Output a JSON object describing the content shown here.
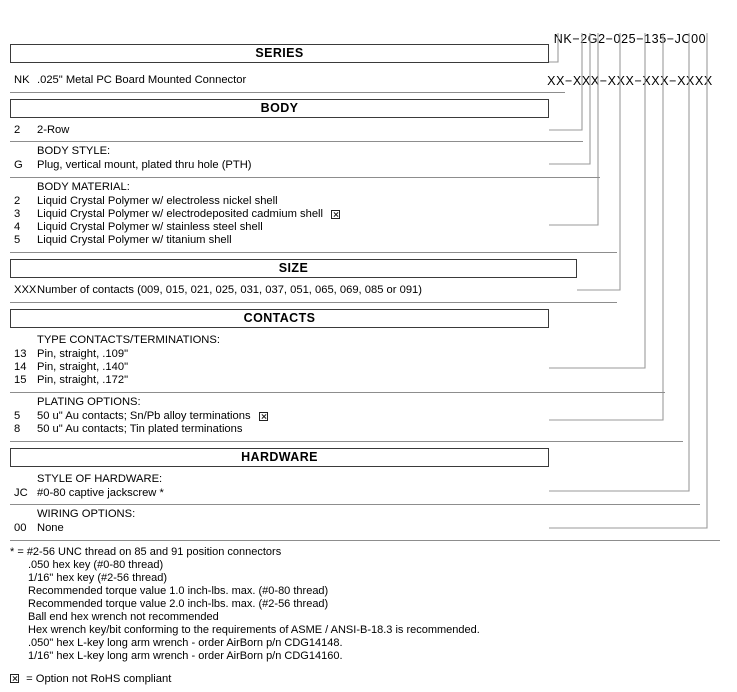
{
  "part_number": {
    "example": "NK−2G2−025−135−JC00",
    "mask": "XX−XXX−XXX−XXX−XXXX"
  },
  "sections": [
    {
      "header": "SERIES",
      "groups": [
        {
          "label": "",
          "options": [
            {
              "code": "NK",
              "desc": ".025\" Metal PC Board Mounted Connector",
              "not_rohs": false
            }
          ]
        }
      ]
    },
    {
      "header": "BODY",
      "groups": [
        {
          "label": "",
          "options": [
            {
              "code": "2",
              "desc": "2-Row",
              "not_rohs": false
            }
          ]
        },
        {
          "label": "BODY STYLE:",
          "options": [
            {
              "code": "G",
              "desc": "Plug, vertical mount, plated thru hole (PTH)",
              "not_rohs": false
            }
          ]
        },
        {
          "label": "BODY MATERIAL:",
          "options": [
            {
              "code": "2",
              "desc": "Liquid Crystal Polymer w/ electroless nickel shell",
              "not_rohs": false
            },
            {
              "code": "3",
              "desc": "Liquid Crystal Polymer w/ electrodeposited cadmium shell",
              "not_rohs": true
            },
            {
              "code": "4",
              "desc": "Liquid Crystal Polymer w/ stainless steel shell",
              "not_rohs": false
            },
            {
              "code": "5",
              "desc": "Liquid Crystal Polymer w/ titanium shell",
              "not_rohs": false
            }
          ]
        }
      ]
    },
    {
      "header": "SIZE",
      "groups": [
        {
          "label": "",
          "options": [
            {
              "code": "XXX",
              "desc": "Number of contacts (009, 015, 021, 025, 031, 037, 051, 065, 069, 085 or 091)",
              "not_rohs": false
            }
          ]
        }
      ]
    },
    {
      "header": "CONTACTS",
      "groups": [
        {
          "label": "TYPE CONTACTS/TERMINATIONS:",
          "options": [
            {
              "code": "13",
              "desc": "Pin, straight, .109\"",
              "not_rohs": false
            },
            {
              "code": "14",
              "desc": "Pin, straight, .140\"",
              "not_rohs": false
            },
            {
              "code": "15",
              "desc": "Pin, straight, .172\"",
              "not_rohs": false
            }
          ]
        },
        {
          "label": "PLATING OPTIONS:",
          "options": [
            {
              "code": "5",
              "desc": "50 u\" Au contacts; Sn/Pb alloy terminations",
              "not_rohs": true
            },
            {
              "code": "8",
              "desc": "50 u\" Au contacts; Tin plated terminations",
              "not_rohs": false
            }
          ]
        }
      ]
    },
    {
      "header": "HARDWARE",
      "groups": [
        {
          "label": "STYLE OF HARDWARE:",
          "options": [
            {
              "code": "JC",
              "desc": "#0-80 captive jackscrew *",
              "not_rohs": false
            }
          ]
        },
        {
          "label": "WIRING OPTIONS:",
          "options": [
            {
              "code": "00",
              "desc": "None",
              "not_rohs": false
            }
          ]
        }
      ]
    }
  ],
  "footnotes": {
    "asterisk_lead": "* = #2-56 UNC thread on 85 and 91 position connectors",
    "lines": [
      ".050 hex key (#0-80 thread)",
      "1/16\" hex key (#2-56 thread)",
      "Recommended torque value 1.0 inch-lbs. max. (#0-80 thread)",
      "Recommended torque value 2.0 inch-lbs. max. (#2-56 thread)",
      "Ball end hex wrench not recommended",
      "Hex wrench key/bit conforming to the requirements of ASME / ANSI-B-18.3 is recommended.",
      ".050\" hex L-key long arm wrench - order AirBorn p/n CDG14148.",
      "1/16\" hex L-key long arm wrench - order AirBorn p/n CDG14160."
    ]
  },
  "legend": {
    "rohs_text": "= Option not RoHS compliant"
  }
}
